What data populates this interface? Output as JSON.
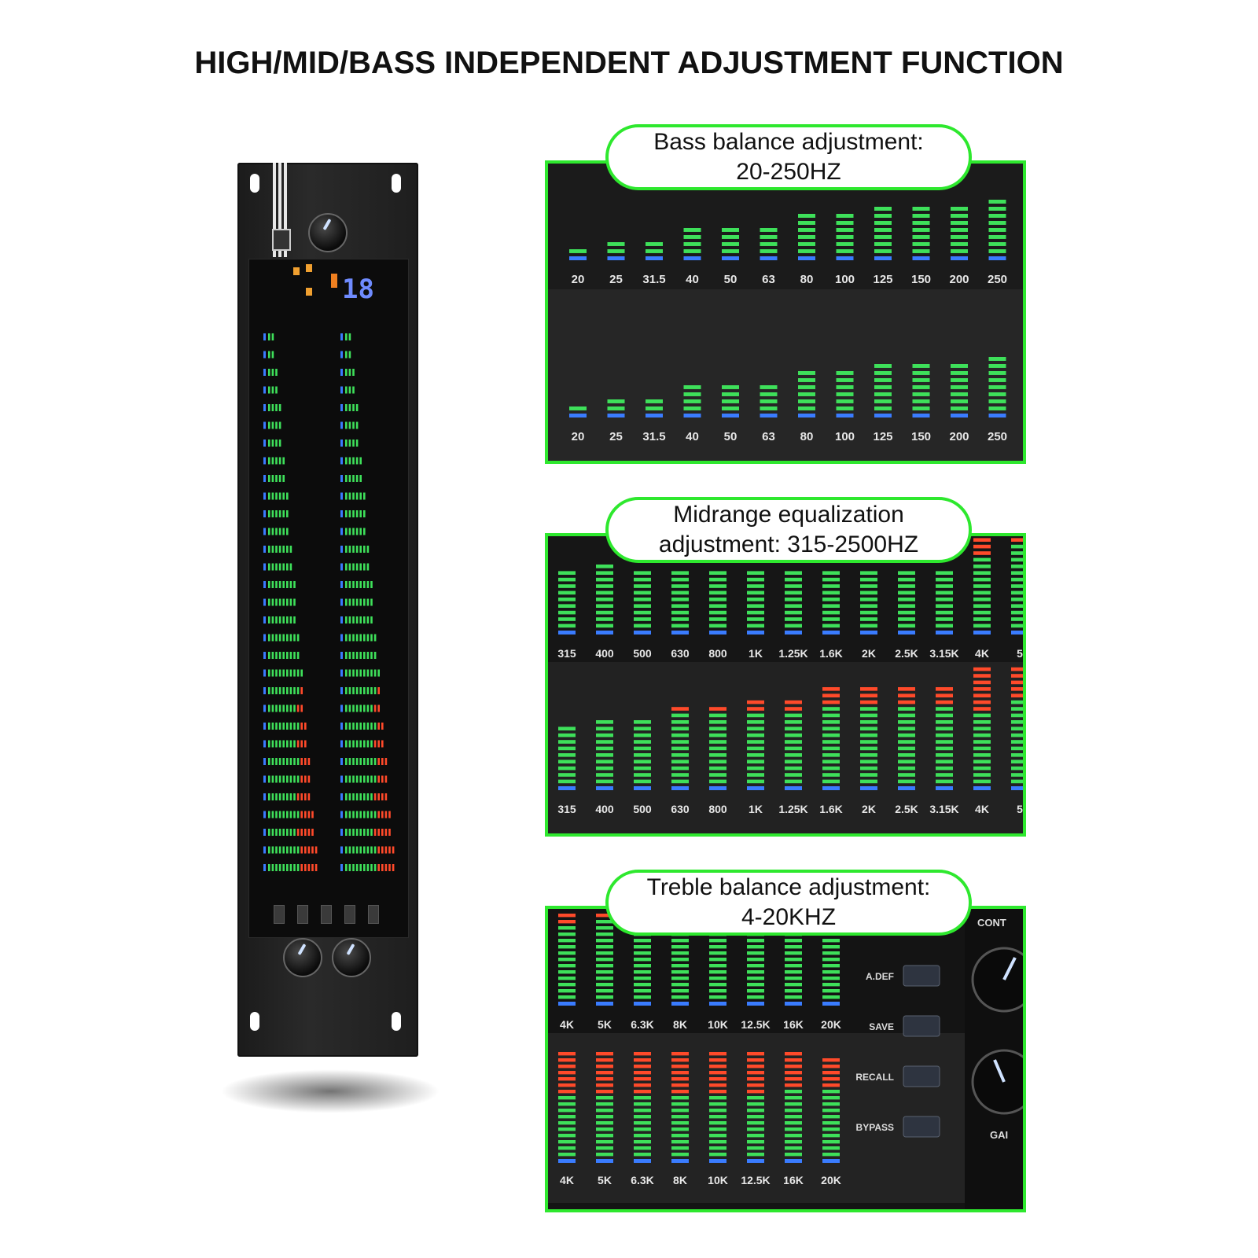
{
  "title": "HIGH/MID/BASS INDEPENDENT ADJUSTMENT FUNCTION",
  "colors": {
    "accent_border": "#2ee82e",
    "led_green": "#3ee05a",
    "led_blue": "#3a7cff",
    "led_red": "#ff4a2a"
  },
  "device": {
    "display_value": "18",
    "icons": [
      "usb-port-icon",
      "gain-knob-icon",
      "control-knob-icon"
    ]
  },
  "callouts": [
    {
      "line1": "Bass balance adjustment:",
      "line2": "20-250HZ"
    },
    {
      "line1": "Midrange equalization",
      "line2": "adjustment: 315-2500HZ"
    },
    {
      "line1": "Treble balance adjustment:",
      "line2": "4-20KHZ"
    }
  ],
  "bass": {
    "bands": [
      "20",
      "25",
      "31.5",
      "40",
      "50",
      "63",
      "80",
      "100",
      "125",
      "150",
      "200",
      "250"
    ],
    "top_levels": [
      1,
      2,
      2,
      4,
      4,
      4,
      6,
      6,
      7,
      7,
      7,
      8
    ],
    "bottom_levels": [
      1,
      2,
      2,
      4,
      4,
      4,
      6,
      6,
      7,
      7,
      7,
      8
    ]
  },
  "mid": {
    "bands": [
      "315",
      "400",
      "500",
      "630",
      "800",
      "1K",
      "1.25K",
      "1.6K",
      "2K",
      "2.5K",
      "3.15K",
      "4K",
      "5"
    ],
    "top_levels": [
      9,
      10,
      9,
      9,
      9,
      9,
      9,
      9,
      9,
      9,
      9,
      14,
      14
    ],
    "top_red": [
      0,
      0,
      0,
      0,
      0,
      0,
      0,
      0,
      0,
      0,
      0,
      3,
      1
    ],
    "bottom_levels": [
      9,
      10,
      10,
      12,
      12,
      13,
      13,
      15,
      15,
      15,
      15,
      18,
      18
    ],
    "bottom_red": [
      0,
      0,
      0,
      1,
      1,
      2,
      2,
      3,
      3,
      3,
      3,
      7,
      5
    ]
  },
  "treble": {
    "bands": [
      "4K",
      "5K",
      "6.3K",
      "8K",
      "10K",
      "12.5K",
      "16K",
      "20K"
    ],
    "top_levels": [
      14,
      14,
      11,
      11,
      11,
      11,
      11,
      10
    ],
    "top_red": [
      2,
      1,
      0,
      0,
      0,
      0,
      0,
      0
    ],
    "bottom_levels": [
      17,
      17,
      17,
      17,
      17,
      17,
      17,
      16
    ],
    "bottom_red": [
      7,
      7,
      7,
      7,
      7,
      7,
      6,
      5
    ],
    "buttons": [
      "A.DEF",
      "SAVE",
      "RECALL",
      "BYPASS"
    ],
    "knob_labels": [
      "CONT",
      "GAI"
    ]
  }
}
